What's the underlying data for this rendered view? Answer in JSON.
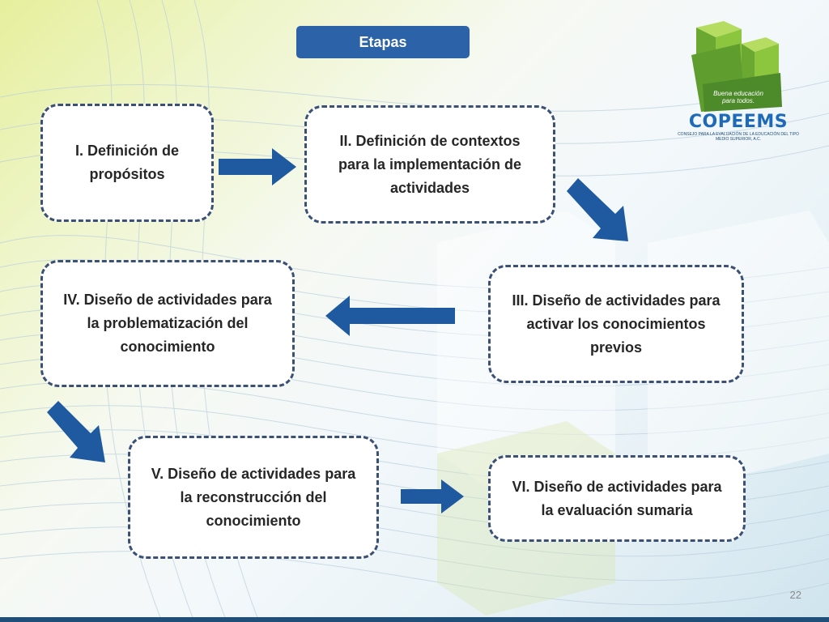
{
  "title": "Etapas",
  "stages": [
    {
      "id": "I",
      "text": "I. Definición de\npropósitos"
    },
    {
      "id": "II",
      "text": "II. Definición de contextos\npara la implementación de\nactividades"
    },
    {
      "id": "III",
      "text": "III. Diseño de actividades para\nactivar  los conocimientos\nprevios"
    },
    {
      "id": "IV",
      "text": "IV. Diseño de actividades para\nla problematización del\nconocimiento"
    },
    {
      "id": "V",
      "text": "V. Diseño de actividades para\nla reconstrucción del\nconocimiento"
    },
    {
      "id": "VI",
      "text": "VI. Diseño de actividades para\nla evaluación sumaria"
    }
  ],
  "logo": {
    "name": "COPEEMS",
    "tagline": "Buena educación\npara todos.",
    "subtitle": "CONSEJO PARA LA EVALUACIÓN DE LA EDUCACIÓN DEL TIPO MEDIO SUPERIOR, A.C."
  },
  "page_number": "22",
  "colors": {
    "title_box": "#2b62a8",
    "arrow": "#1f5aa0",
    "box_border": "#3a5075",
    "logo_green": "#8cc63f",
    "logo_blue": "#1f6ab8"
  }
}
